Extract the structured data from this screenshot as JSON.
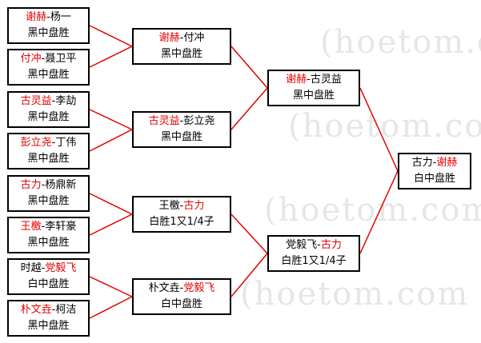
{
  "watermark": "(hoetom.com",
  "colors": {
    "line": "#e60000",
    "winner": "#e60000",
    "text": "#000000",
    "border": "#000000"
  },
  "rounds": [
    [
      {
        "p1": "谢赫",
        "p2": "杨一",
        "winner": 1,
        "result": "黑中盘胜"
      },
      {
        "p1": "付冲",
        "p2": "聂卫平",
        "winner": 1,
        "result": "黑中盘胜"
      },
      {
        "p1": "古灵益",
        "p2": "李劼",
        "winner": 1,
        "result": "黑中盘胜"
      },
      {
        "p1": "彭立尧",
        "p2": "丁伟",
        "winner": 1,
        "result": "黑中盘胜"
      },
      {
        "p1": "古力",
        "p2": "杨鼎新",
        "winner": 1,
        "result": "黑中盘胜"
      },
      {
        "p1": "王檄",
        "p2": "李轩豪",
        "winner": 1,
        "result": "黑中盘胜"
      },
      {
        "p1": "时越",
        "p2": "党毅飞",
        "winner": 2,
        "result": "白中盘胜"
      },
      {
        "p1": "朴文垚",
        "p2": "柯洁",
        "winner": 1,
        "result": "黑中盘胜"
      }
    ],
    [
      {
        "p1": "谢赫",
        "p2": "付冲",
        "winner": 1,
        "result": "黑中盘胜"
      },
      {
        "p1": "古灵益",
        "p2": "彭立尧",
        "winner": 1,
        "result": "黑中盘胜"
      },
      {
        "p1": "王檄",
        "p2": "古力",
        "winner": 2,
        "result": "白胜1又1/4子"
      },
      {
        "p1": "朴文垚",
        "p2": "党毅飞",
        "winner": 2,
        "result": "白中盘胜"
      }
    ],
    [
      {
        "p1": "谢赫",
        "p2": "古灵益",
        "winner": 1,
        "result": "黑中盘胜"
      },
      {
        "p1": "党毅飞",
        "p2": "古力",
        "winner": 2,
        "result": "白胜1又1/4子"
      }
    ],
    [
      {
        "p1": "古力",
        "p2": "谢赫",
        "winner": 2,
        "result": "白中盘胜"
      }
    ]
  ]
}
